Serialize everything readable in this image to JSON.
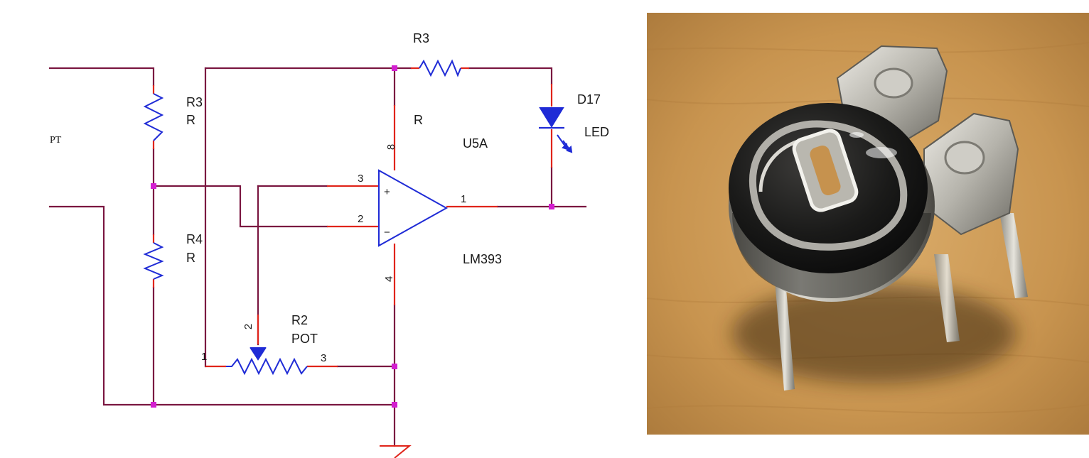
{
  "schematic": {
    "labels": {
      "r3_top": "R3",
      "r3_side_ref": "R3",
      "r3_side_val": "R",
      "r3_top_val": "R",
      "r4_ref": "R4",
      "r4_val": "R",
      "r2_ref": "R2",
      "r2_val": "POT",
      "d17_ref": "D17",
      "d17_val": "LED",
      "u5a": "U5A",
      "lm393": "LM393",
      "pt": "PT"
    },
    "pins": {
      "p8": "8",
      "p3": "3",
      "p2": "2",
      "p1": "1",
      "p4": "4",
      "pot1": "1",
      "pot2": "2",
      "pot3": "3"
    },
    "symbols": {
      "plus": "+",
      "minus": "−"
    },
    "colors": {
      "wire": "#7a1640",
      "pin": "#e0241a",
      "component": "#1f2bd6",
      "junction": "#d31fd0"
    }
  },
  "photo": {
    "subject": "trimmer-potentiometer"
  }
}
